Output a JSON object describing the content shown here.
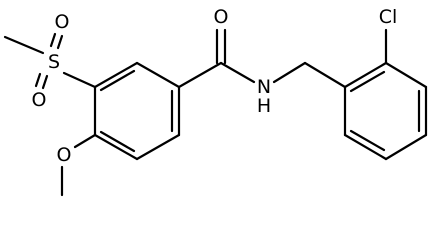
{
  "atoms": {
    "sulfur": "S",
    "sulfonyl_oxygen_top": "O",
    "sulfonyl_oxygen_bottom": "O",
    "methoxy_oxygen": "O",
    "carbonyl_oxygen": "O",
    "amide_nitrogen": "N",
    "amide_hydrogen": "H",
    "chlorine": "Cl"
  },
  "colors": {
    "bond": "#000000",
    "label": "#000000",
    "background": "#ffffff"
  }
}
